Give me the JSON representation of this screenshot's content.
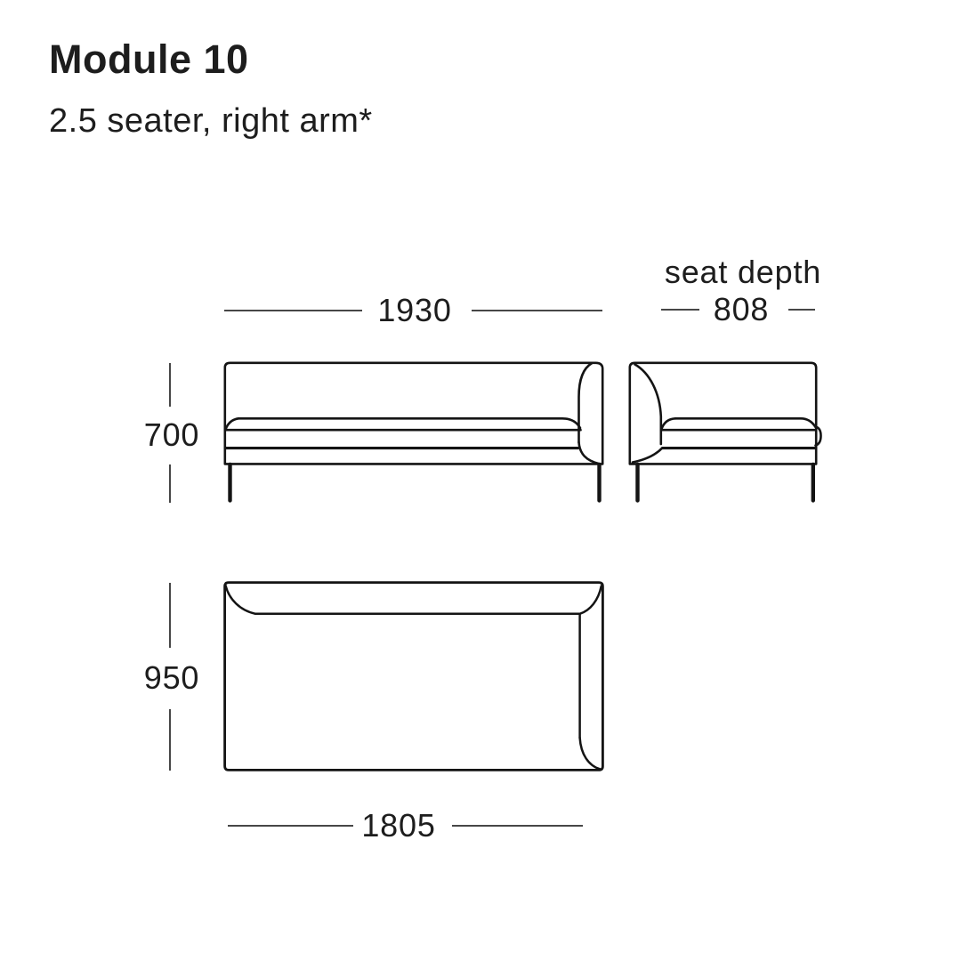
{
  "header": {
    "title": "Module 10",
    "subtitle": "2.5 seater, right arm*"
  },
  "dimensions": {
    "front_width": {
      "value": "1930"
    },
    "seat_depth": {
      "label": "seat depth",
      "value": "808"
    },
    "height": {
      "value": "700"
    },
    "depth": {
      "value": "950"
    },
    "seat_width": {
      "value": "1805"
    }
  },
  "colors": {
    "ink": "#141414",
    "dimension_line": "#474747",
    "text": "#1d1d1d",
    "background": "#ffffff"
  }
}
